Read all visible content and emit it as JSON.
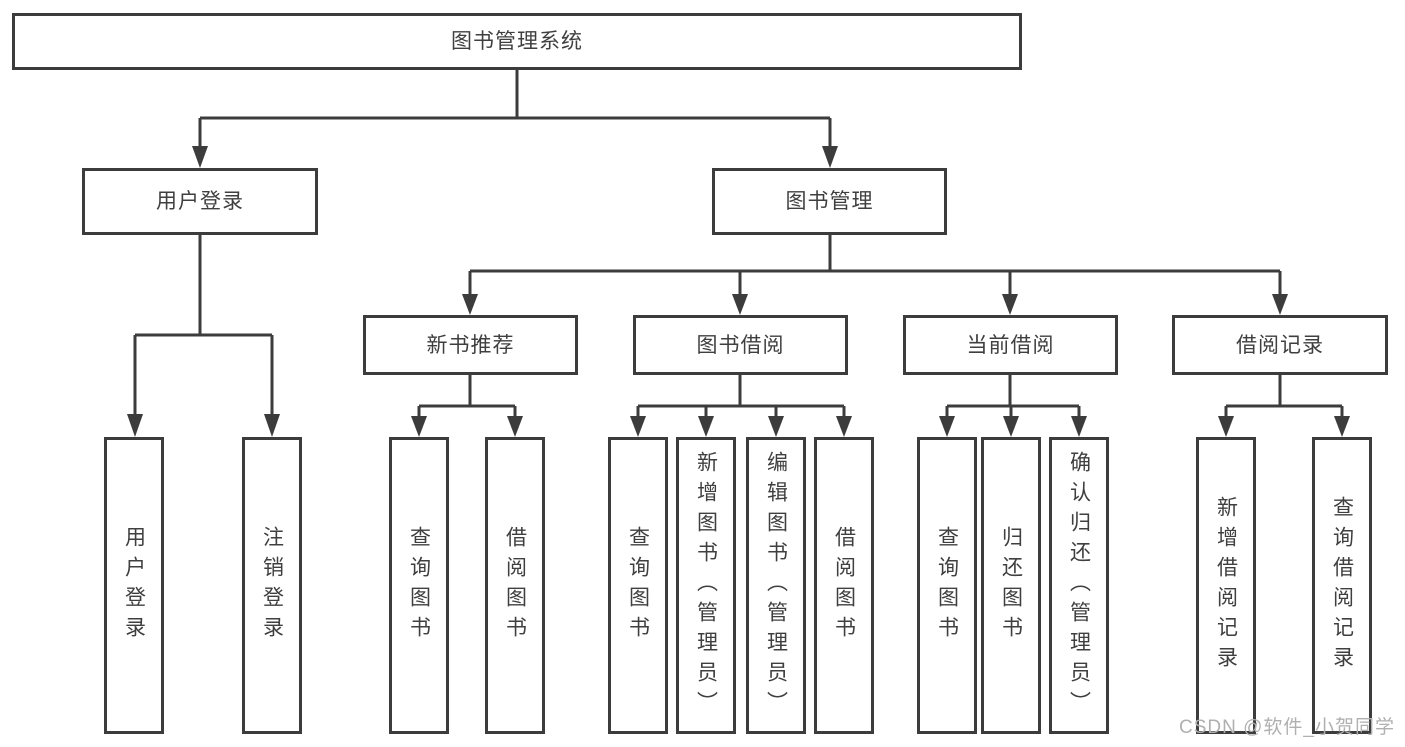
{
  "diagram": {
    "root": "图书管理系统",
    "branches": {
      "user_login": "用户登录",
      "book_management": "图书管理"
    },
    "modules": {
      "new_book_recommend": "新书推荐",
      "book_borrow": "图书借阅",
      "current_borrow": "当前借阅",
      "borrow_record": "借阅记录"
    },
    "leaves": {
      "user_login": [
        "用户登录",
        "注销登录"
      ],
      "new_book_recommend": [
        "查询图书",
        "借阅图书"
      ],
      "book_borrow": [
        "查询图书",
        "新增图书（管理员）",
        "编辑图书（管理员）",
        "借阅图书"
      ],
      "current_borrow": [
        "查询图书",
        "归还图书",
        "确认归还（管理员）"
      ],
      "borrow_record": [
        "新增借阅记录",
        "查询借阅记录"
      ]
    }
  },
  "watermark": "CSDN @软件_小贺同学",
  "colors": {
    "line": "#3c3c3c",
    "text": "#3f3f3f",
    "background": "#ffffff",
    "watermark": "#b0b0b0"
  }
}
